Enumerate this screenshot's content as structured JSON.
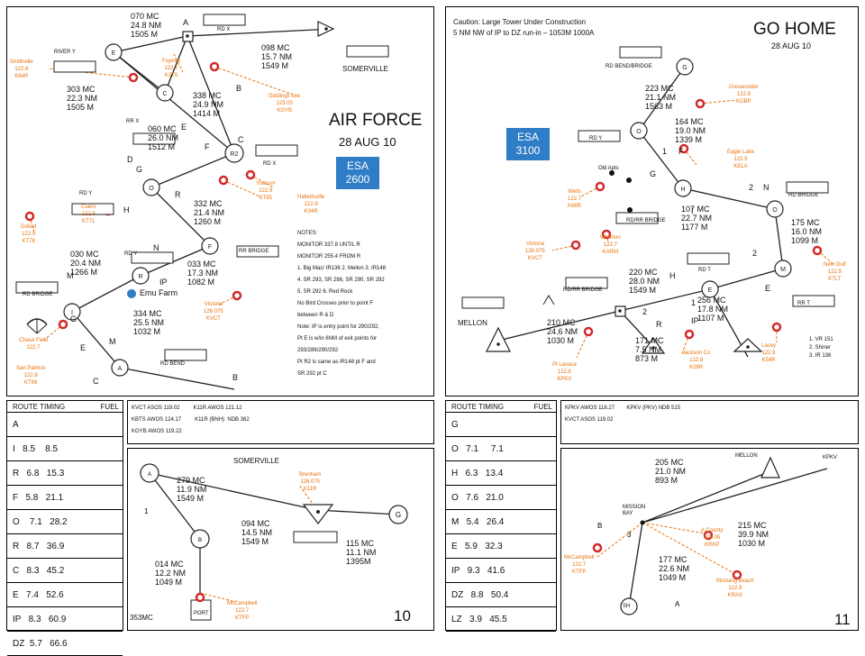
{
  "left": {
    "title": "AIR FORCE",
    "date": "28 AUG 10",
    "esa": {
      "label": "ESA",
      "value": "2600"
    },
    "top_place": "SOMERVILLE",
    "emu_farm": "Emu Farm",
    "nav_labels": {
      "l1": [
        "070 MC",
        "24.8 NM",
        "1505 M"
      ],
      "l2": [
        "098 MC",
        "15.7 NM",
        "1549 M"
      ],
      "l3": [
        "303 MC",
        "22.3 NM",
        "1505 M"
      ],
      "l4": [
        "338 MC",
        "24.9 NM",
        "1414 M"
      ],
      "l5": [
        "060 MC",
        "26.0 NM",
        "1512 M"
      ],
      "l6": [
        "332 MC",
        "21.4 NM",
        "1260 M"
      ],
      "l7": [
        "030 MC",
        "20.4 NM",
        "1266 M"
      ],
      "l8": [
        "033 MC",
        "17.3 NM",
        "1082 M"
      ],
      "l9": [
        "334 MC",
        "25.5 NM",
        "1032 M"
      ]
    },
    "checkpoints": [
      "A",
      "B",
      "C",
      "D",
      "E",
      "F",
      "G",
      "H",
      "I",
      "M",
      "N",
      "O",
      "R",
      "IP",
      "R2"
    ],
    "small_labels": {
      "rd_x_top": "RD X",
      "river_y": "RIVER Y",
      "rr_x": "RR X",
      "rd_x_mid": "RD X",
      "rd_y": "RD Y",
      "rd_y2": "RD Y",
      "rr_bridge": "RR BRIDGE",
      "rd_bridge": "RD BRIDGE",
      "rd_bend": "RD BEND"
    },
    "airports": {
      "smithville": [
        "Smithville",
        "122.8",
        "K84R"
      ],
      "fayette": [
        "Fayette",
        "122.7",
        "K3T5"
      ],
      "giddings": [
        "Giddings Lee",
        "123.05",
        "KGYB"
      ],
      "yoakum": [
        "Yoakum",
        "122.9",
        "KT85"
      ],
      "hallettsville": [
        "Hallettsville",
        "122.9",
        "K34R"
      ],
      "cuero": [
        "Cuero",
        "122.9",
        "KT71"
      ],
      "goliad": [
        "Goliad",
        "122.9",
        "KT78"
      ],
      "victoria": [
        "Victoria",
        "126.075",
        "KVCT"
      ],
      "chase": [
        "Chase Field",
        "122.7"
      ],
      "san_patricio": [
        "San Patricio",
        "122.8",
        "KT69"
      ]
    },
    "notes": [
      "NOTES:",
      "MONITOR 337.8 UNTIL R",
      "MONITOR 255.4 FROM R",
      "1. Big Mac/ IR136  2. Mellon  3. IR148",
      "4. SR 293, SR 286, SR 290, SR 292",
      "5. SR 292   6. Red Rock",
      "No Bird Crosses prior to point F",
      "  between R & D",
      "Note: IP is entry point for 290/292,",
      "Pt E is w/in 6NM of exit points for",
      "293/286/290/292",
      "Pt R2 is same as IR148 pt F and",
      "SR 292 pt C"
    ],
    "timing": {
      "header": [
        "ROUTE TIMING",
        "FUEL"
      ],
      "rows": [
        "A",
        "I   8.5    8.5",
        "R   6.8   15.3",
        "F   5.8   21.1",
        "O    7.1   28.2",
        "R   8.7   36.9",
        "C   8.3   45.2",
        "E   7.4   52.6",
        "IP   8.3   60.9",
        "DZ  5.7   66.6"
      ]
    },
    "radio": [
      "KVCT ASOS 119.02         K11R AWOS 121.12",
      "KBTS AWOS 124.17         K11R (BNH)  NDB 362",
      "KGYB AWOS 119.22"
    ],
    "mini": {
      "place": "SOMERVILLE",
      "leg1": [
        "279 MC",
        "11.9 NM",
        "1549 M"
      ],
      "leg2": [
        "094 MC",
        "14.5 NM",
        "1549 M"
      ],
      "leg3": [
        "115 MC",
        "11.1 NM",
        "1395M"
      ],
      "leg4": [
        "014 MC",
        "12.2 NM",
        "1049 M"
      ],
      "brenham": [
        "Brenham",
        "126.075",
        "K11R"
      ],
      "mccampbell": [
        "McCampbell",
        "122.7",
        "KTFP"
      ],
      "bottom": "353MC",
      "port": "PORT"
    },
    "page": "10"
  },
  "right": {
    "caution": [
      "Caution: Large Tower Under Construction",
      "5 NM NW of IP to DZ run-in – 1053M 1000A"
    ],
    "title": "GO HOME",
    "date": "28 AUG 10",
    "esa": {
      "label": "ESA",
      "value": "3100"
    },
    "nav_labels": {
      "l1": [
        "223 MC",
        "21.1 NM",
        "1563 M"
      ],
      "l2": [
        "164 MC",
        "19.0 NM",
        "1339 M"
      ],
      "l3": [
        "107 MC",
        "22.7 NM",
        "1177 M"
      ],
      "l4": [
        "175 MC",
        "16.0 NM",
        "1099 M"
      ],
      "l5": [
        "220 MC",
        "28.0 NM",
        "1549 M"
      ],
      "l6": [
        "256 MC",
        "17.8 NM",
        "1107 M"
      ],
      "l7": [
        "210 MC",
        "24.6 NM",
        "1030 M"
      ],
      "l8": [
        "171 MC",
        "7.5 NM",
        "873 M"
      ]
    },
    "small_labels": {
      "rd_bend_bridge": "RD BEND/BRIDGE",
      "rd_y": "RD Y",
      "old_apts": "Old Apts",
      "rd_bridge": "RD BRIDGE",
      "rdrr_bridge": "RD/RR BRIDGE",
      "rdrr_bridge2": "RD/RR BRIDGE",
      "rd_t": "RD T",
      "rr_t": "RR T",
      "mellon": "MELLON"
    },
    "airports": {
      "greswunder": [
        "Greswunder",
        "122.9",
        "KGBP"
      ],
      "eagle_lake": [
        "Eagle Lake",
        "122.9",
        "KELA"
      ],
      "wells": [
        "Wells",
        "122.7",
        "K66R"
      ],
      "wharton": [
        "Wharton",
        "122.7",
        "KARM"
      ],
      "victoria": [
        "Victoria",
        "126.075",
        "KVCT"
      ],
      "new_gulf": [
        "New Gulf",
        "122.9",
        "KTLT"
      ],
      "jackson": [
        "Jackson Co",
        "122.8",
        "K26R"
      ],
      "pt_lavaca": [
        "Pt Lavaca",
        "122.8",
        "KPKV"
      ],
      "lacey": [
        "Lacey",
        "122.9",
        "K54R"
      ]
    },
    "vr_notes": [
      "1. VR 151",
      "2. Shiner",
      "3. IR 136"
    ],
    "timing": {
      "header": [
        "ROUTE TIMING",
        "FUEL"
      ],
      "rows": [
        "G",
        "O   7.1     7.1",
        "H   6.3   13.4",
        "O   7.6   21.0",
        "M   5.4   26.4",
        "E   5.9   32.3",
        "IP   9.3   41.6",
        "DZ   8.8   50.4",
        "LZ   3.9   45.5"
      ]
    },
    "radio": [
      "KPKV AWOS 118.27        KPKV (PKV) NDB 515",
      "KVCT ASOS 119.02"
    ],
    "mini": {
      "leg1": [
        "205 MC",
        "21.0 NM",
        "893 M"
      ],
      "leg2": [
        "215 MC",
        "39.9 NM",
        "1030 M"
      ],
      "leg3": [
        "177 MC",
        "22.6 NM",
        "1049 M"
      ],
      "mellon": "MELLON",
      "kpkv": "KPKV",
      "mission_bay": [
        "MISSION",
        "BAY"
      ],
      "acounty": [
        "A County",
        "123.05",
        "KRKP"
      ],
      "mustang": [
        "Mustang Beach",
        "122.9",
        "KRAS"
      ],
      "mccampbell": [
        "McCampbell",
        "122.7",
        "KTFP"
      ],
      "sh": "SH"
    },
    "page": "11"
  },
  "colors": {
    "orange": "#e8730c",
    "esa_blue": "#2e7dc6",
    "airport_red": "#d22a2a"
  }
}
